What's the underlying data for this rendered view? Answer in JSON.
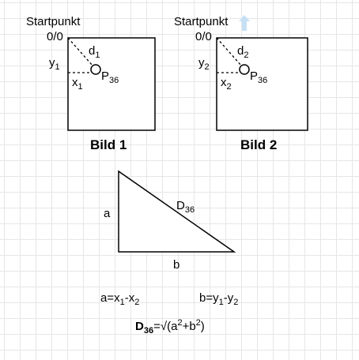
{
  "bild1": {
    "start_label": "Startpunkt",
    "origin_label": "0/0",
    "d_label": "d",
    "d_sub": "1",
    "y_label": "y",
    "y_sub": "1",
    "x_label": "x",
    "x_sub": "1",
    "p_label": "P",
    "p_sub": "36",
    "caption": "Bild 1"
  },
  "bild2": {
    "start_label": "Startpunkt",
    "origin_label": "0/0",
    "d_label": "d",
    "d_sub": "2",
    "y_label": "y",
    "y_sub": "2",
    "x_label": "x",
    "x_sub": "2",
    "p_label": "P",
    "p_sub": "36",
    "caption": "Bild 2"
  },
  "triangle": {
    "side_a": "a",
    "side_b": "b",
    "hyp_label": "D",
    "hyp_sub": "36"
  },
  "formulas": {
    "a_lhs": "a=x",
    "a_sub1": "1",
    "a_mid": "-x",
    "a_sub2": "2",
    "b_lhs": "b=y",
    "b_sub1": "1",
    "b_mid": "-y",
    "b_sub2": "2",
    "d_main": "D",
    "d_sub": "36",
    "d_eq": "=√(a",
    "d_sup1": "2",
    "d_plus": "+b",
    "d_sup2": "2",
    "d_close": ")"
  },
  "colors": {
    "arrow_ghost": "#c5e0f5"
  }
}
